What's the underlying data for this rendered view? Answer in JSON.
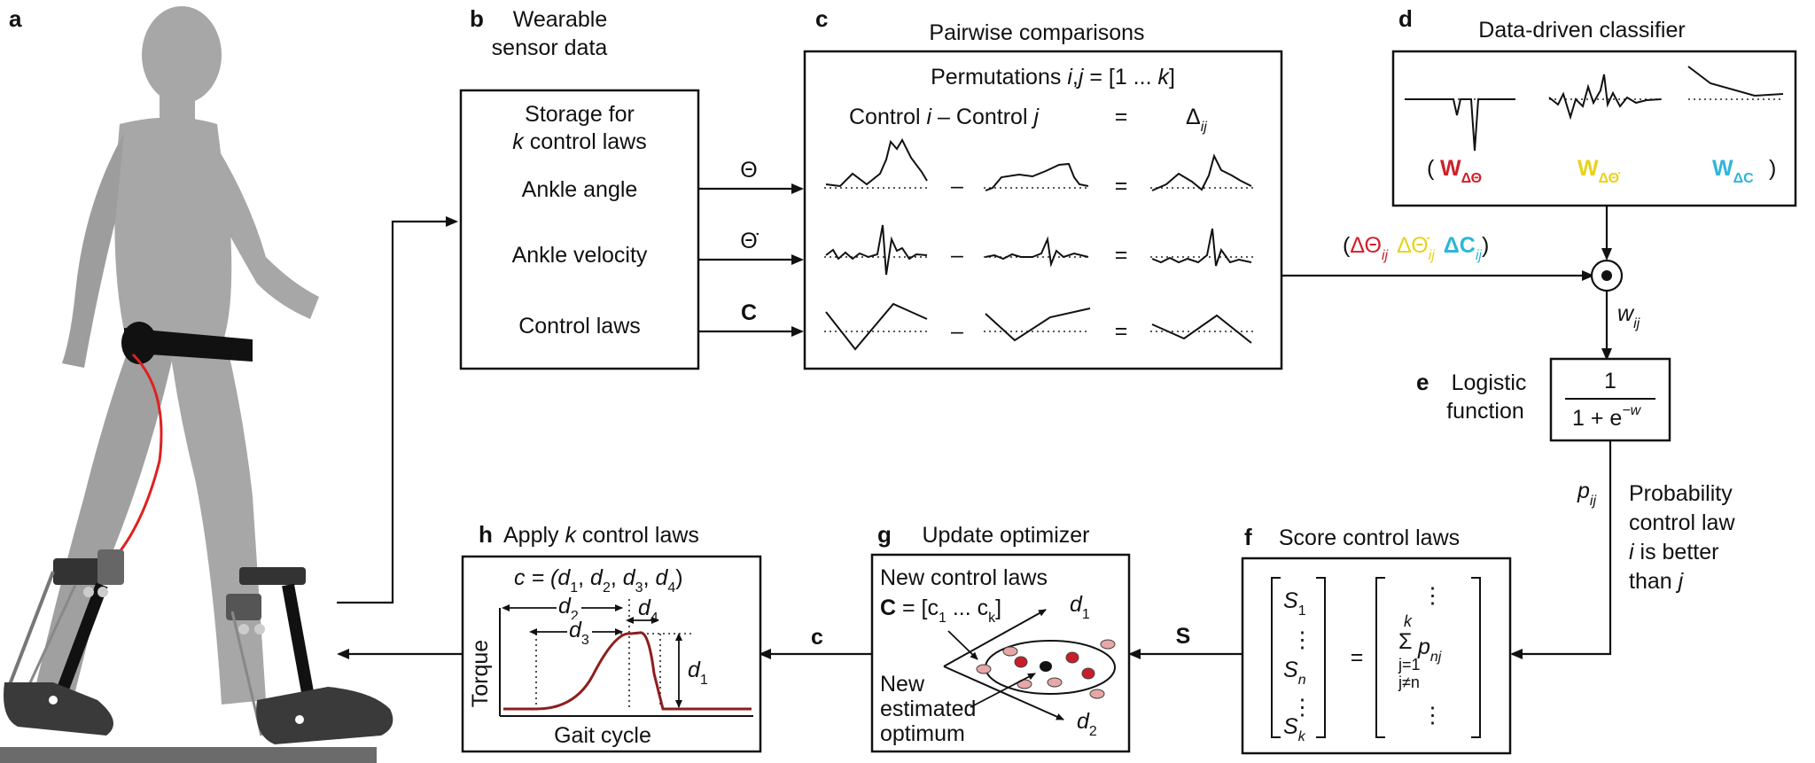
{
  "panel_letters": {
    "a": "a",
    "b": "b",
    "c": "c",
    "d": "d",
    "e": "e",
    "f": "f",
    "g": "g",
    "h": "h"
  },
  "panel_b": {
    "title_line1": "Wearable",
    "title_line2": "sensor data",
    "storage_line1": "Storage for",
    "storage_k": "k",
    "storage_line2_rest": " control laws",
    "ankle_angle": "Ankle angle",
    "ankle_velocity": "Ankle velocity",
    "control_laws": "Control laws"
  },
  "signals": {
    "theta": "Θ",
    "theta_dot": "Θ̇",
    "c": "C"
  },
  "panel_c": {
    "title": "Pairwise comparisons",
    "permutations_prefix": "Permutations ",
    "permutations_ij": "i",
    "permutations_comma": ",",
    "permutations_j": "j",
    "permutations_rest": " = [1 ... ",
    "permutations_k": "k",
    "permutations_end": "]",
    "control_i_prefix": "Control ",
    "control_i": "i",
    "minus_text": " – Control ",
    "control_j": "j",
    "equals": "=",
    "delta": "Δ",
    "delta_sub": "ij",
    "minus": "–"
  },
  "panel_d": {
    "title": "Data-driven classifier",
    "paren_open": "(",
    "paren_close": ")",
    "w": "W",
    "w1_sub": "ΔΘ",
    "w2_sub": "ΔΘ̇",
    "w3_sub": "ΔC"
  },
  "delta_vector": {
    "open": "(",
    "d_theta": "ΔΘ",
    "d_theta_dot": "ΔΘ̇",
    "d_c": "ΔC",
    "sub": "ij",
    "close": ")"
  },
  "w_ij": {
    "w": "w",
    "sub": "ij"
  },
  "panel_e": {
    "title_line1": "Logistic",
    "title_line2": "function",
    "numerator": "1",
    "denominator": "1 + e",
    "exponent": "−w"
  },
  "p_ij": {
    "p": "p",
    "sub": "ij"
  },
  "probability": {
    "line1": "Probability",
    "line2": "control law",
    "line3_i": "i",
    "line3_rest": " is better",
    "line4": "than ",
    "line4_j": "j"
  },
  "panel_f": {
    "title": "Score control laws",
    "s": "S",
    "s1_sub": "1",
    "sn_sub": "n",
    "sk_sub": "k",
    "equals": "=",
    "sum_top": "k",
    "sigma": "Σ",
    "p": "p",
    "p_sub": "nj",
    "sum_bottom1": "j=1",
    "sum_bottom2": "j≠n",
    "vdots": "⋮"
  },
  "s_label": "S",
  "c_label": "c",
  "panel_g": {
    "title": "Update optimizer",
    "new_control_laws": "New control laws",
    "c_eq": "C",
    "c_list": " = [c",
    "c1_sub": "1",
    "c_dots": " ... c",
    "ck_sub": "k",
    "c_end": "]",
    "new": "New",
    "estimated": "estimated",
    "optimum": "optimum",
    "d": "d",
    "d1_sub": "1",
    "d2_sub": "2"
  },
  "panel_h": {
    "title_prefix": "Apply ",
    "title_k": "k",
    "title_rest": " control laws",
    "formula_prefix": "c = (",
    "d": "d",
    "formula_sep": ", ",
    "formula_end": ")",
    "s1": "1",
    "s2": "2",
    "s3": "3",
    "s4": "4",
    "ylabel": "Torque",
    "xlabel": "Gait cycle"
  },
  "colors": {
    "red": "#d0202a",
    "yellow": "#e8d21c",
    "cyan": "#2eb6d8",
    "torque": "#8e1d1d",
    "body": "#a7a7a7",
    "cable": "#e02020",
    "ground": "#6b6b6b"
  }
}
